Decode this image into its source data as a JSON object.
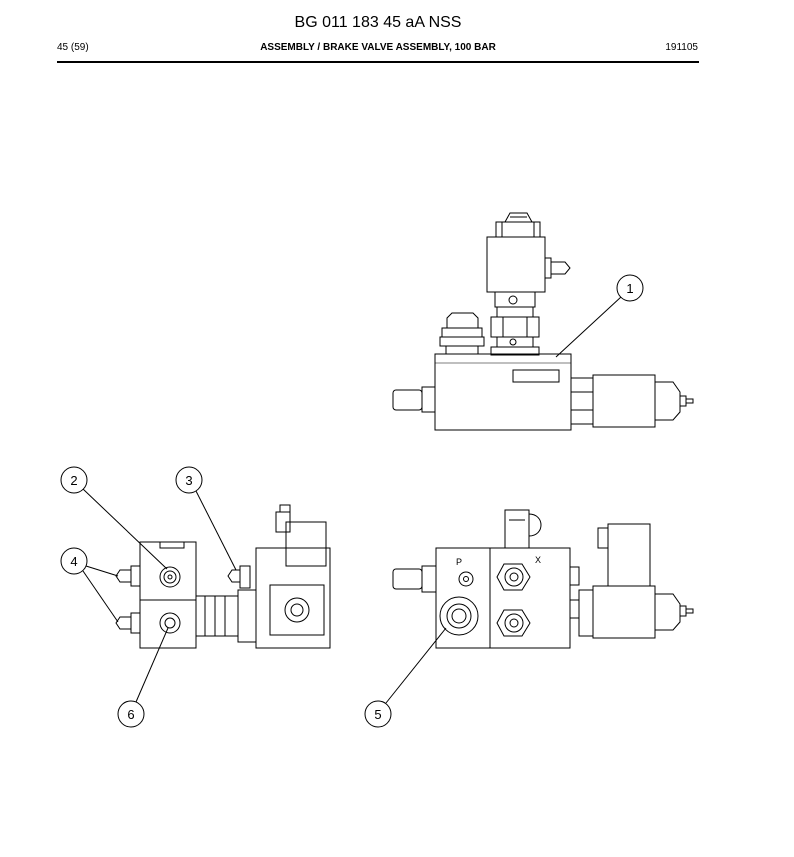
{
  "header": {
    "title": "BG 011 183 45 aA NSS",
    "page": "45 (59)",
    "section": "ASSEMBLY / BRAKE VALVE ASSEMBLY, 100 BAR",
    "date": "191105"
  },
  "drawing": {
    "port_marks": [
      "P",
      "X"
    ],
    "callouts": [
      "1",
      "2",
      "3",
      "4",
      "5",
      "6"
    ]
  }
}
